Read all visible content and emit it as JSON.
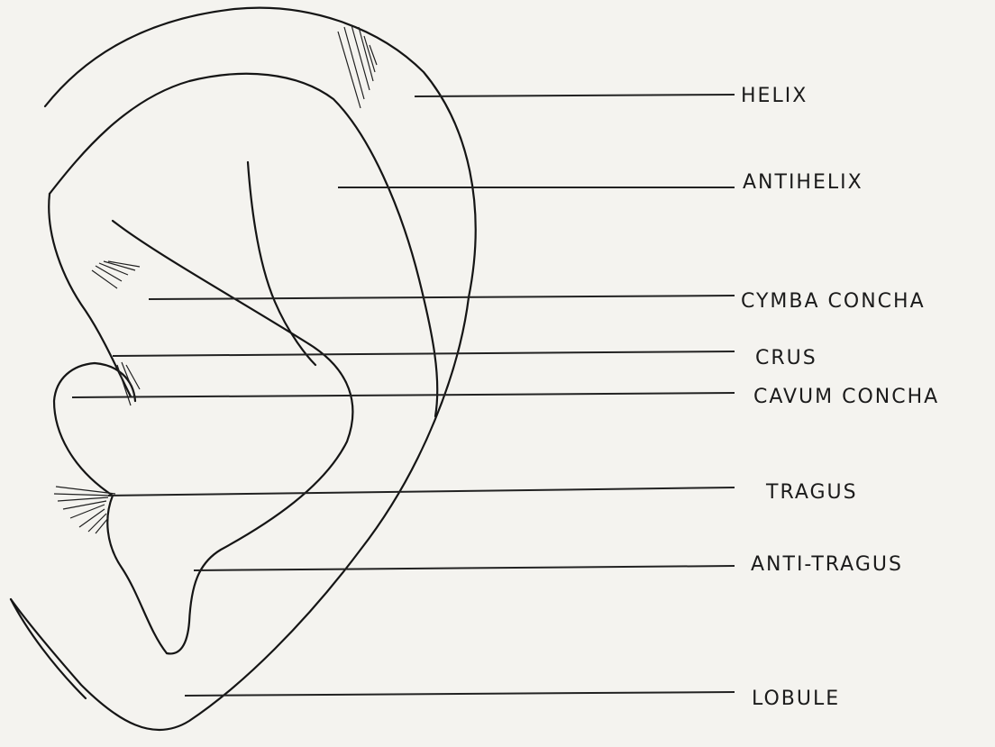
{
  "diagram": {
    "labels": [
      {
        "id": "helix",
        "text": "HELIX"
      },
      {
        "id": "antihelix",
        "text": "ANTIHELIX"
      },
      {
        "id": "cymba_concha",
        "text": "CYMBA CONCHA"
      },
      {
        "id": "crus",
        "text": "CRUS"
      },
      {
        "id": "cavum_concha",
        "text": "CAVUM CONCHA"
      },
      {
        "id": "tragus",
        "text": "TRAGUS"
      },
      {
        "id": "anti_tragus",
        "text": "ANTI-TRAGUS"
      },
      {
        "id": "lobule",
        "text": "LOBULE"
      }
    ]
  }
}
